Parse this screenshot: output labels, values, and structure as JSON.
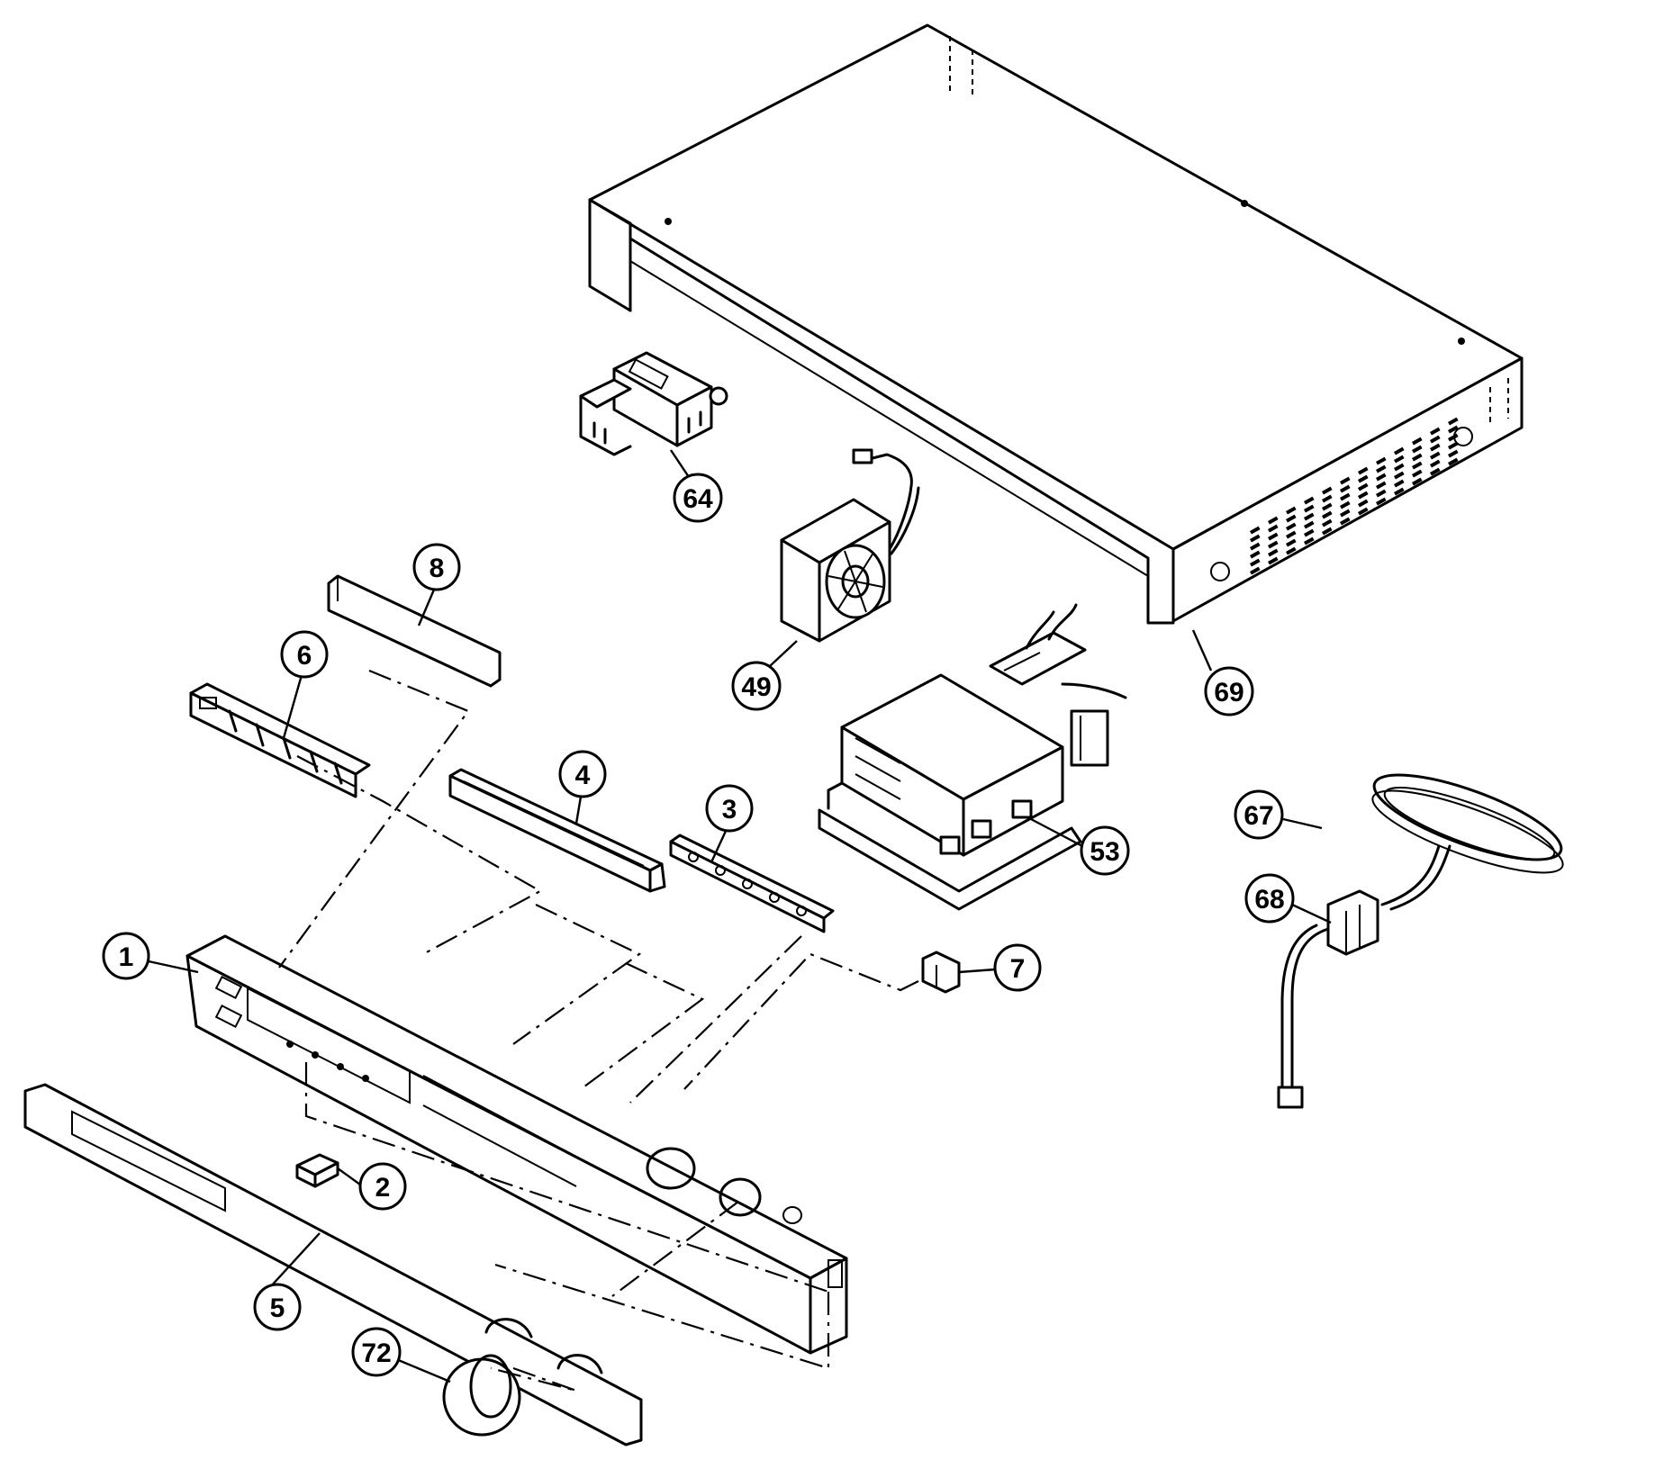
{
  "diagram": {
    "type": "exploded parts diagram",
    "callouts": [
      "1",
      "2",
      "3",
      "4",
      "5",
      "6",
      "7",
      "8",
      "49",
      "53",
      "64",
      "67",
      "68",
      "69",
      "72"
    ]
  },
  "parts": {
    "front_panel": "1",
    "button_pad": "2",
    "button_strip": "3",
    "light_guide": "4",
    "front_trim": "5",
    "switch_holder": "6",
    "power_switch": "7",
    "display_filter": "8",
    "cooling_fan": "49",
    "power_transformer": "53",
    "connector_socket": "64",
    "power_cord": "67",
    "strain_relief": "68",
    "top_cover": "69",
    "knob": "72"
  }
}
